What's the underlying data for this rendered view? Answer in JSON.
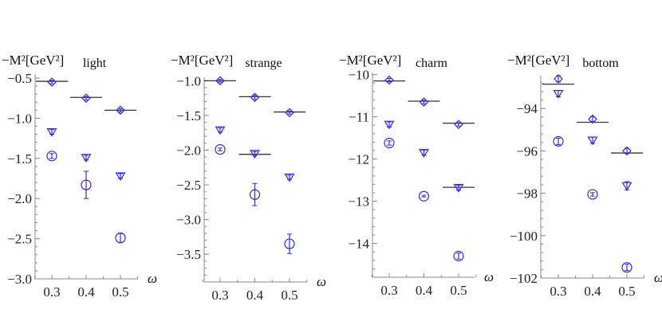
{
  "chart_data": [
    {
      "type": "scatter",
      "title": "light",
      "ylabel": "−M²[GeV²]",
      "xlabel": "ω",
      "x": [
        0.3,
        0.4,
        0.5
      ],
      "xticks": [
        "0.3",
        "0.4",
        "0.5"
      ],
      "ylim": [
        -3.0,
        -0.45
      ],
      "yticks": [
        -0.5,
        -1.0,
        -1.5,
        -2.0,
        -2.5,
        -3.0
      ],
      "ytick_labels": [
        "−0.5",
        "−1.0",
        "−1.5",
        "−2.0",
        "−2.5",
        "−3.0"
      ],
      "reference_lines": [
        -0.54,
        -0.74,
        -0.9
      ],
      "series": [
        {
          "marker": "diamond",
          "values": [
            -0.55,
            -0.75,
            -0.9
          ],
          "errors": [
            0.02,
            0.02,
            0.02
          ]
        },
        {
          "marker": "triangle-down",
          "values": [
            -1.17,
            -1.49,
            -1.72
          ],
          "errors": [
            0.03,
            0.03,
            0.03
          ]
        },
        {
          "marker": "circle",
          "values": [
            -1.47,
            -1.83,
            -2.49
          ],
          "errors": [
            0.03,
            0.17,
            0.06
          ]
        }
      ]
    },
    {
      "type": "scatter",
      "title": "strange",
      "ylabel": "−M²[GeV²]",
      "xlabel": "ω",
      "x": [
        0.3,
        0.4,
        0.5
      ],
      "xticks": [
        "0.3",
        "0.4",
        "0.5"
      ],
      "ylim": [
        -3.9,
        -0.95
      ],
      "yticks": [
        -1.0,
        -1.5,
        -2.0,
        -2.5,
        -3.0,
        -3.5
      ],
      "ytick_labels": [
        "−1.0",
        "−1.5",
        "−2.0",
        "−2.5",
        "−3.0",
        "−3.5"
      ],
      "reference_lines": [
        -1.0,
        -1.23,
        -2.06,
        -1.45
      ],
      "reference_x": [
        0.3,
        0.4,
        0.4,
        0.5
      ],
      "series": [
        {
          "marker": "diamond",
          "values": [
            -1.0,
            -1.24,
            -1.46
          ],
          "errors": [
            0.02,
            0.03,
            0.02
          ]
        },
        {
          "marker": "triangle-down",
          "values": [
            -1.71,
            -2.05,
            -2.39
          ],
          "errors": [
            0.03,
            0.03,
            0.03
          ]
        },
        {
          "marker": "circle",
          "values": [
            -1.99,
            -2.64,
            -3.35
          ],
          "errors": [
            0.02,
            0.16,
            0.14
          ]
        }
      ]
    },
    {
      "type": "scatter",
      "title": "charm",
      "ylabel": "−M²[GeV²]",
      "xlabel": "ω",
      "x": [
        0.3,
        0.4,
        0.5
      ],
      "xticks": [
        "0.3",
        "0.4",
        "0.5"
      ],
      "ylim": [
        -14.8,
        -9.95
      ],
      "yticks": [
        -10,
        -11,
        -12,
        -13,
        -14
      ],
      "ytick_labels": [
        "−10",
        "−11",
        "−12",
        "−13",
        "−14"
      ],
      "reference_lines": [
        -10.15,
        -10.63,
        -11.15,
        -12.67
      ],
      "reference_x": [
        0.3,
        0.4,
        0.5,
        0.5
      ],
      "series": [
        {
          "marker": "diamond",
          "values": [
            -10.13,
            -10.65,
            -11.18
          ],
          "errors": [
            0.04,
            0.04,
            0.04
          ]
        },
        {
          "marker": "triangle-down",
          "values": [
            -11.18,
            -11.85,
            -12.68
          ],
          "errors": [
            0.06,
            0.06,
            0.06
          ]
        },
        {
          "marker": "circle",
          "values": [
            -11.62,
            -12.88,
            -14.3
          ],
          "errors": [
            0.05,
            0.02,
            0.07
          ]
        }
      ]
    },
    {
      "type": "scatter",
      "title": "bottom",
      "ylabel": "−M²[GeV²]",
      "xlabel": "ω",
      "x": [
        0.3,
        0.4,
        0.5
      ],
      "xticks": [
        "0.3",
        "0.4",
        "0.5"
      ],
      "ylim": [
        -102,
        -92.45
      ],
      "yticks": [
        -94,
        -96,
        -98,
        -100,
        -102
      ],
      "ytick_labels": [
        "−94",
        "−96",
        "−98",
        "−100",
        "−102"
      ],
      "reference_lines": [
        -92.85,
        -94.65,
        -96.1
      ],
      "series": [
        {
          "marker": "diamond",
          "values": [
            -92.6,
            -94.5,
            -96.0
          ],
          "errors": [
            0.15,
            0.12,
            0.12
          ]
        },
        {
          "marker": "triangle-down",
          "values": [
            -93.3,
            -95.5,
            -97.65
          ],
          "errors": [
            0.15,
            0.15,
            0.2
          ]
        },
        {
          "marker": "circle",
          "values": [
            -95.55,
            -98.05,
            -101.5
          ],
          "errors": [
            0.15,
            0.08,
            0.15
          ]
        }
      ]
    }
  ],
  "colors": {
    "markers": "#2a2aff",
    "reference_lines": "#333333",
    "axes": "#888888"
  }
}
